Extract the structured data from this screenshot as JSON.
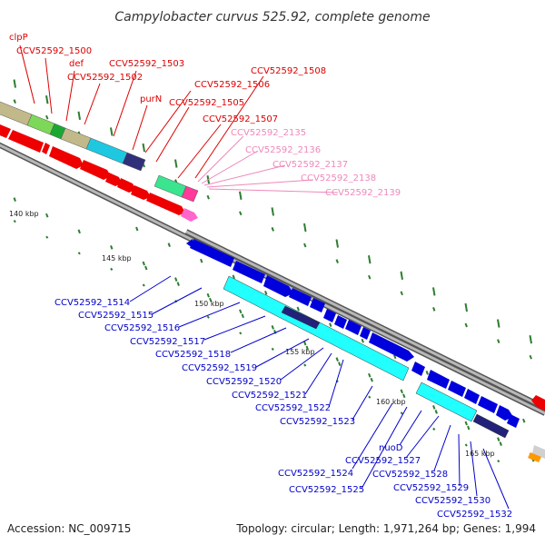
{
  "title": "Campylobacter curvus 525.92, complete genome",
  "accession": "Accession: NC_009715",
  "summary": "Topology: circular; Length: 1,971,264 bp; Genes: 1,994",
  "colors": {
    "red_labels": "#dd0000",
    "pink_labels": "#ee88bb",
    "blue_labels": "#0000cc",
    "backbone": "#808080",
    "tick": "#2e7d32"
  },
  "kbp_labels": [
    "140 kbp",
    "145 kbp",
    "150 kbp",
    "155 kbp",
    "160 kbp",
    "165 kbp"
  ],
  "red_genes": [
    "clpP",
    "CCV52592_1500",
    "def",
    "CCV52592_1502",
    "CCV52592_1503",
    "purN",
    "CCV52592_1505",
    "CCV52592_1506",
    "CCV52592_1507",
    "CCV52592_1508"
  ],
  "pink_genes": [
    "CCV52592_2135",
    "CCV52592_2136",
    "CCV52592_2137",
    "CCV52592_2138",
    "CCV52592_2139"
  ],
  "blue_genes": [
    "CCV52592_1514",
    "CCV52592_1515",
    "CCV52592_1516",
    "CCV52592_1517",
    "CCV52592_1518",
    "CCV52592_1519",
    "CCV52592_1520",
    "CCV52592_1521",
    "CCV52592_1522",
    "CCV52592_1523",
    "CCV52592_1524",
    "CCV52592_1525",
    "nuoD",
    "CCV52592_1527",
    "CCV52592_1528",
    "CCV52592_1529",
    "CCV52592_1530",
    "CCV52592_1532"
  ]
}
